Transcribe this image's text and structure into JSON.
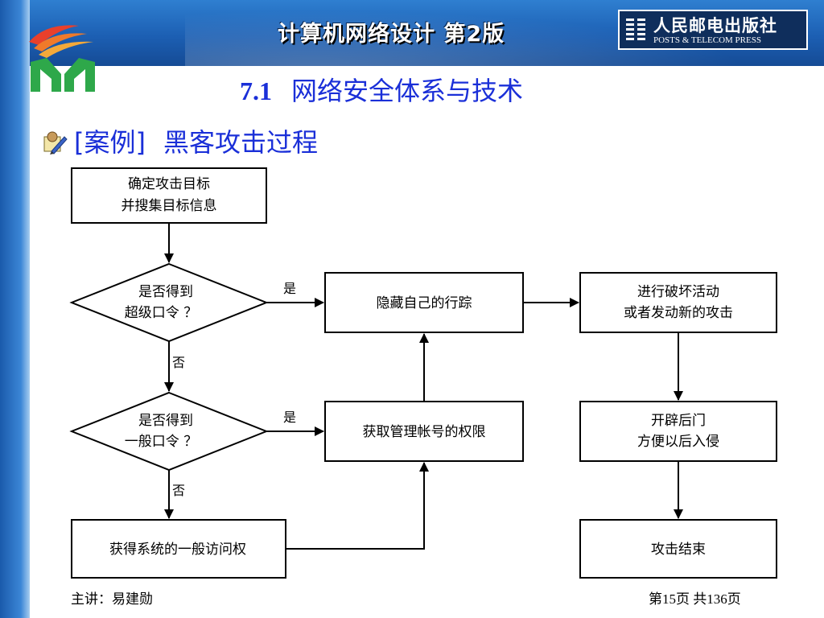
{
  "header": {
    "course_title": "计算机网络设计 第2版",
    "publisher_cn": "人民邮电出版社",
    "publisher_en": "POSTS & TELECOM PRESS"
  },
  "section": {
    "number": "7.1",
    "title": "网络安全体系与技术"
  },
  "case": {
    "bracket": "[案例]",
    "title": "黑客攻击过程"
  },
  "flowchart": {
    "nodes": {
      "target": [
        "确定攻击目标",
        "并搜集目标信息"
      ],
      "super_pw": [
        "是否得到",
        "超级口令 ？"
      ],
      "hide": [
        "隐藏自己的行踪"
      ],
      "destroy": [
        "进行破坏活动",
        "或者发动新的攻击"
      ],
      "normal_pw": [
        "是否得到",
        "一般口令 ？"
      ],
      "admin": [
        "获取管理帐号的权限"
      ],
      "backdoor": [
        "开辟后门",
        "方便以后入侵"
      ],
      "access": [
        "获得系统的一般访问权"
      ],
      "end": [
        "攻击结束"
      ]
    },
    "edge_labels": {
      "yes1": "是",
      "no1": "否",
      "yes2": "是",
      "no2": "否"
    }
  },
  "footer": {
    "lecturer": "主讲：易建勋",
    "page": "第15页 共136页"
  },
  "colors": {
    "title_blue": "#1a2fd8",
    "header_blue": "#1c5fb3"
  }
}
